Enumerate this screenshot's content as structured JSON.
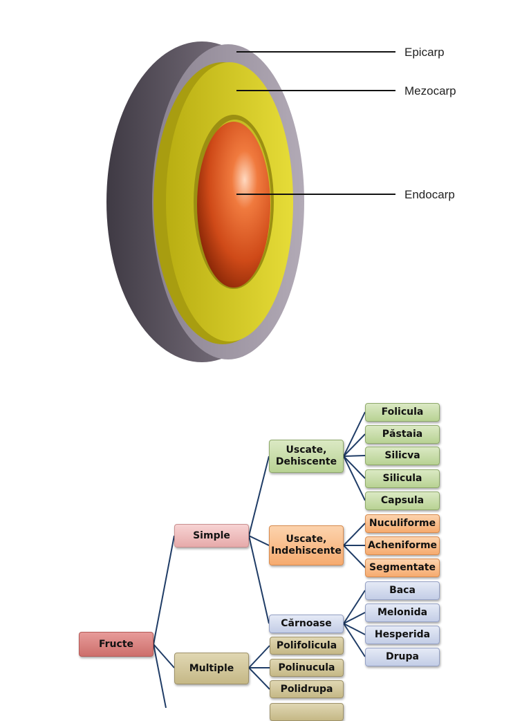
{
  "layers": {
    "epicarp": "Epicarp",
    "mezocarp": "Mezocarp",
    "endocarp": "Endocarp"
  },
  "tree": {
    "root": "Fructe",
    "simple": "Simple",
    "multiple": "Multiple",
    "uscate_dehiscente": "Uscate, Dehiscente",
    "uscate_indehiscente": "Uscate, Indehiscente",
    "carnoase": "Cărnoase",
    "dehiscente_items": [
      "Folicula",
      "Păstaia",
      "Silicva",
      "Silicula",
      "Capsula"
    ],
    "indehiscente_items": [
      "Nuculiforme",
      "Acheniforme",
      "Segmentate"
    ],
    "carnoase_items": [
      "Baca",
      "Melonida",
      "Hesperida",
      "Drupa"
    ],
    "multiple_items": [
      "Polifolicula",
      "Polinucula",
      "Polidrupa"
    ]
  },
  "colors": {
    "connector": "#1f3c66",
    "epicarp": "#6c6470",
    "mezocarp": "#d8cd1f",
    "endocarp": "#d6501e"
  }
}
